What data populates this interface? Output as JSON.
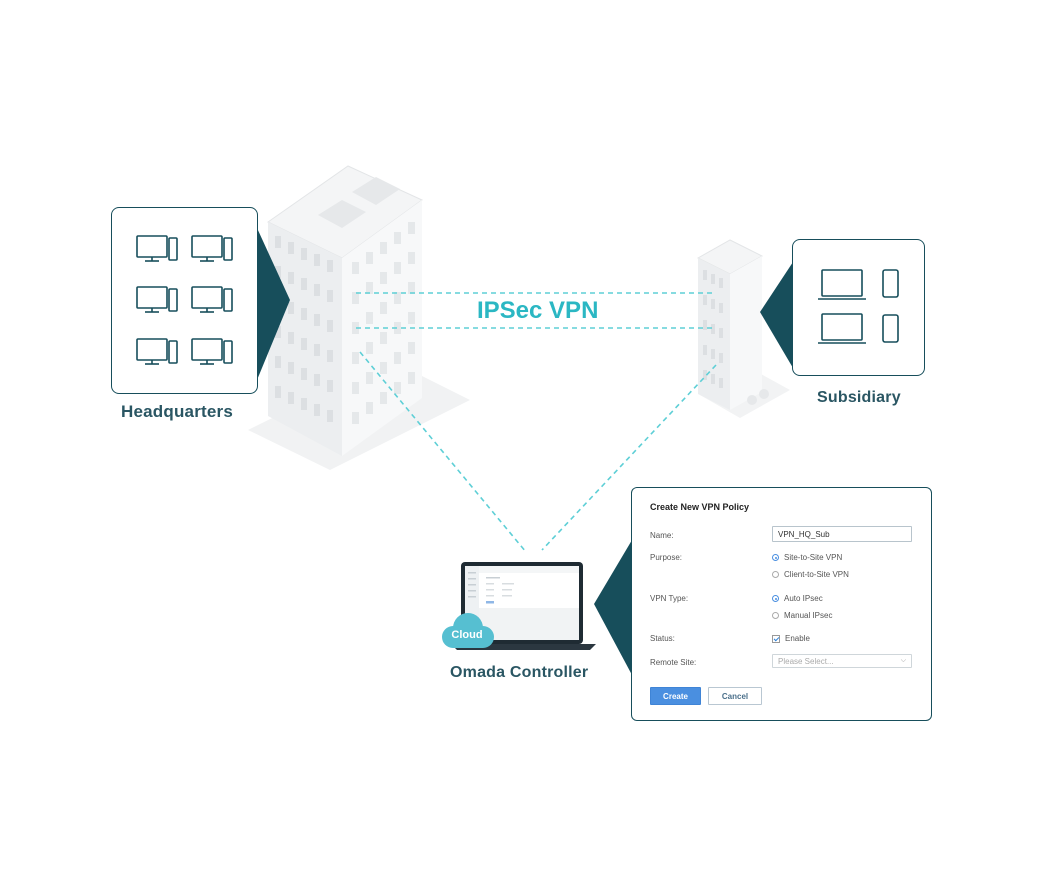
{
  "vpn_label": "IPSec VPN",
  "sites": {
    "headquarters": "Headquarters",
    "subsidiary": "Subsidiary",
    "controller": "Omada Controller"
  },
  "cloud_label": "Cloud",
  "colors": {
    "dark_teal": "#174e5b",
    "accent_cyan": "#2bb7c3",
    "dashed_line": "#5ecfd6",
    "primary_button": "#4a8fe0"
  },
  "dialog": {
    "title": "Create New VPN Policy",
    "name_label": "Name:",
    "name_value": "VPN_HQ_Sub",
    "purpose_label": "Purpose:",
    "purpose_options": [
      "Site-to-Site VPN",
      "Client-to-Site VPN"
    ],
    "purpose_selected": "Site-to-Site VPN",
    "vpn_type_label": "VPN Type:",
    "vpn_type_options": [
      "Auto IPsec",
      "Manual IPsec"
    ],
    "vpn_type_selected": "Auto IPsec",
    "status_label": "Status:",
    "status_checkbox_label": "Enable",
    "status_checked": true,
    "remote_site_label": "Remote Site:",
    "remote_site_placeholder": "Please Select...",
    "create_button": "Create",
    "cancel_button": "Cancel"
  }
}
